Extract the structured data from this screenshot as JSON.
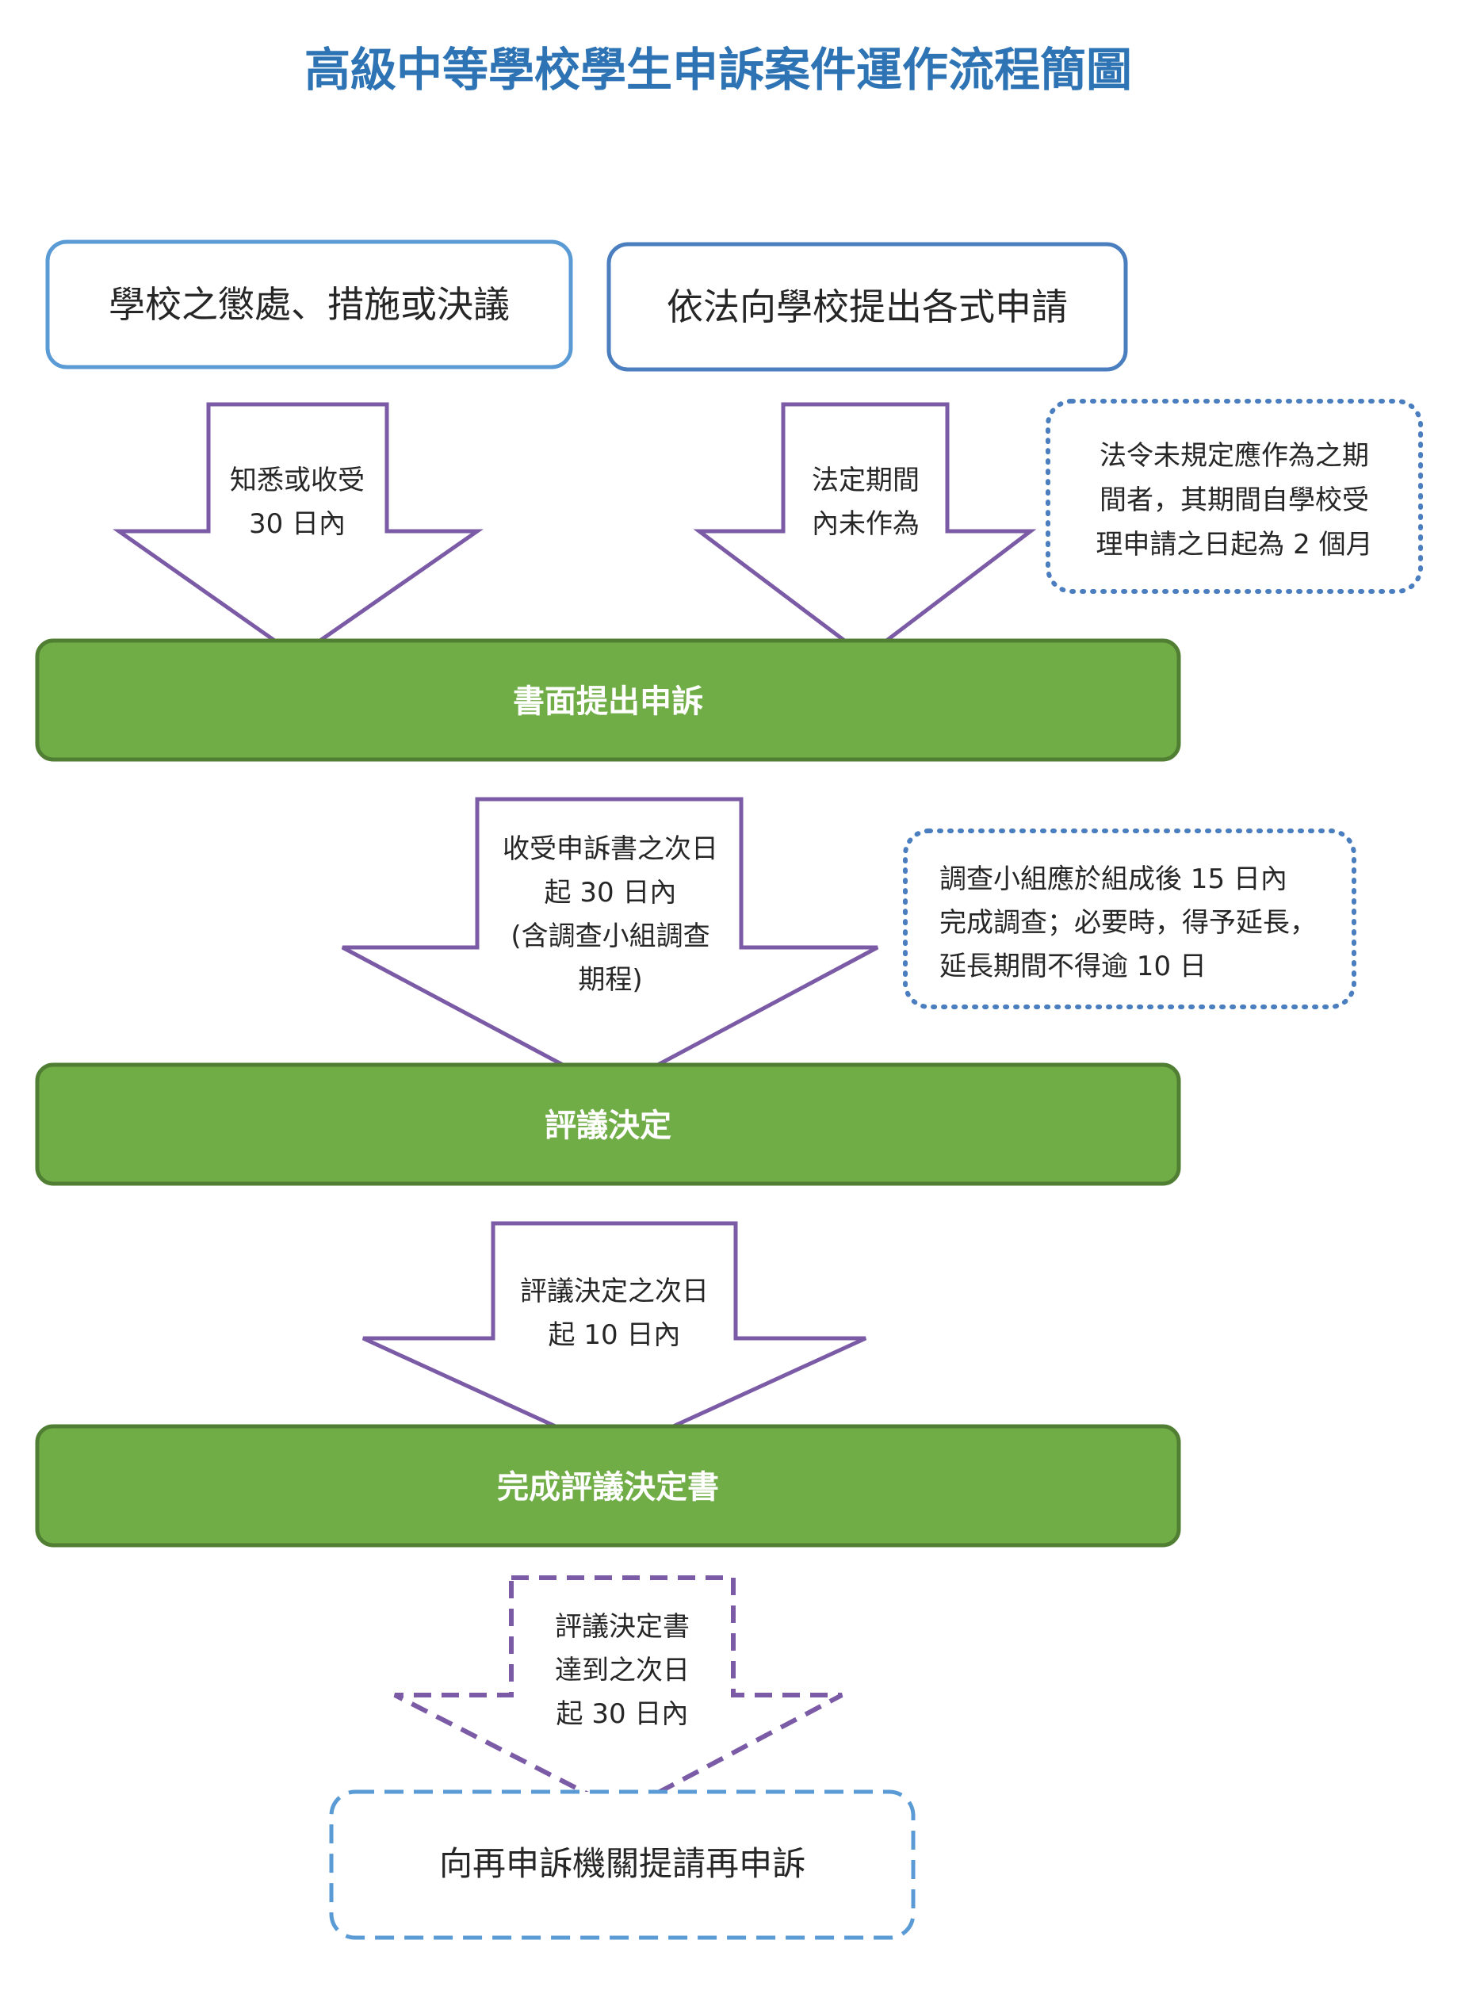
{
  "title": "高級中等學校學生申訴案件運作流程簡圖",
  "colors": {
    "title": "#2e74b5",
    "box_border": "#5b9bd5",
    "arrow_border": "#7b5aa6",
    "note_border": "#4a7ebf",
    "green_fill": "#70ad47",
    "green_border": "#507e32",
    "final_border": "#5b9bd5"
  },
  "top_boxes": [
    {
      "label": "學校之懲處、措施或決議"
    },
    {
      "label": "依法向學校提出各式申請"
    }
  ],
  "arrows": {
    "a1": [
      "知悉或收受",
      "30 日內"
    ],
    "a2": [
      "法定期間",
      "內未作為"
    ],
    "a3": [
      "收受申訴書之次日",
      "起 30 日內",
      "(含調查小組調查",
      "期程)"
    ],
    "a4": [
      "評議決定之次日",
      "起 10 日內"
    ],
    "a5": [
      "評議決定書",
      "達到之次日",
      "起 30 日內"
    ]
  },
  "notes": {
    "n1": [
      "法令未規定應作為之期",
      "間者，其期間自學校受",
      "理申請之日起為 2 個月"
    ],
    "n2": [
      "調查小組應於組成後  15  日內",
      "完成調查；必要時，得予延長，",
      "延長期間不得逾 10 日"
    ]
  },
  "stages": [
    {
      "label": "書面提出申訴"
    },
    {
      "label": "評議決定"
    },
    {
      "label": "完成評議決定書"
    }
  ],
  "final_box": {
    "label": "向再申訴機關提請再申訴"
  }
}
